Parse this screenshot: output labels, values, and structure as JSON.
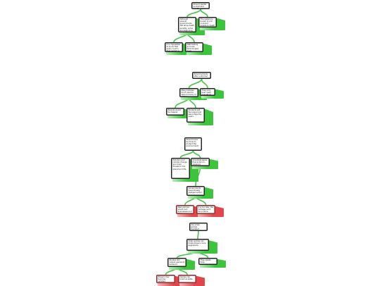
{
  "theme": {
    "pro": "#3cc43c",
    "pro_light": "#b7ecb7",
    "con": "#e0464a",
    "con_light": "#f5b5b7",
    "wire": "#46c546"
  },
  "diagram": {
    "maps": [
      {
        "nodes": [
          {
            "id": "m1n1",
            "text": "Should capital punishment exist?",
            "kind": "root",
            "tail": "none"
          },
          {
            "id": "m1n2",
            "text": "Although several governments still allow death penalty, some are beginning to stop the practice.",
            "kind": "claim",
            "tail": "pro"
          },
          {
            "id": "m1n3",
            "text": "The system is known to put innocent people to death unfairly.",
            "kind": "claim",
            "tail": "pro"
          },
          {
            "id": "m1n4",
            "text": "It is impossible to know that every court's final verdict is the truth.",
            "kind": "claim",
            "tail": "pro"
          },
          {
            "id": "m1n5",
            "text": "DNA testing and new technologies have exonerated many.",
            "kind": "claim",
            "tail": "pro"
          }
        ]
      },
      {
        "nodes": [
          {
            "id": "m2n1",
            "text": "Should schools offer uniforms?",
            "kind": "root",
            "tail": "none"
          },
          {
            "id": "m2n2",
            "text": "Many families don't need to spend money on clothing.",
            "kind": "claim",
            "tail": "pro"
          },
          {
            "id": "m2n3",
            "text": "They only ever need one set of clothes.",
            "kind": "claim",
            "tail": "pro"
          },
          {
            "id": "m2n4",
            "text": "Parents would be happier.",
            "kind": "claim",
            "tail": "pro"
          },
          {
            "id": "m2n5",
            "text": "Students will feel equal and less judged by peers.",
            "kind": "claim",
            "tail": "pro"
          }
        ]
      },
      {
        "nodes": [
          {
            "id": "m3n1",
            "text": "Should more be done to protect the environment?",
            "kind": "root",
            "tail": "none"
          },
          {
            "id": "m3n2",
            "text": "Pollution and climate change are major threats to the planet and life.",
            "kind": "claim",
            "tail": "pro"
          },
          {
            "id": "m3n3",
            "text": "Scientists agree that action is required.",
            "kind": "claim",
            "tail": "pro"
          },
          {
            "id": "m3n4",
            "text": "Governments have already pledged action.",
            "kind": "claim",
            "tail": "pro"
          },
          {
            "id": "m3n5",
            "text": "New policies would hurt businesses and jobs.",
            "kind": "claim",
            "tail": "con"
          },
          {
            "id": "m3n6",
            "text": "It is too late; the damage can't be undone.",
            "kind": "claim",
            "tail": "con"
          }
        ]
      },
      {
        "nodes": [
          {
            "id": "m4n1",
            "text": "Are video games harmful?",
            "kind": "root",
            "tail": "none"
          },
          {
            "id": "m4n2",
            "text": "Video games can make players more aggressive.",
            "kind": "claim",
            "tail": "pro"
          },
          {
            "id": "m4n3",
            "text": "Studies link violent games to behavior.",
            "kind": "claim",
            "tail": "pro"
          },
          {
            "id": "m4n4",
            "text": "They waste time.",
            "kind": "claim",
            "tail": "pro"
          },
          {
            "id": "m4n5",
            "text": "Players may become isolated.",
            "kind": "claim",
            "tail": "con"
          },
          {
            "id": "m4n6",
            "text": "Games can improve skills.",
            "kind": "claim",
            "tail": "con"
          }
        ]
      }
    ]
  }
}
